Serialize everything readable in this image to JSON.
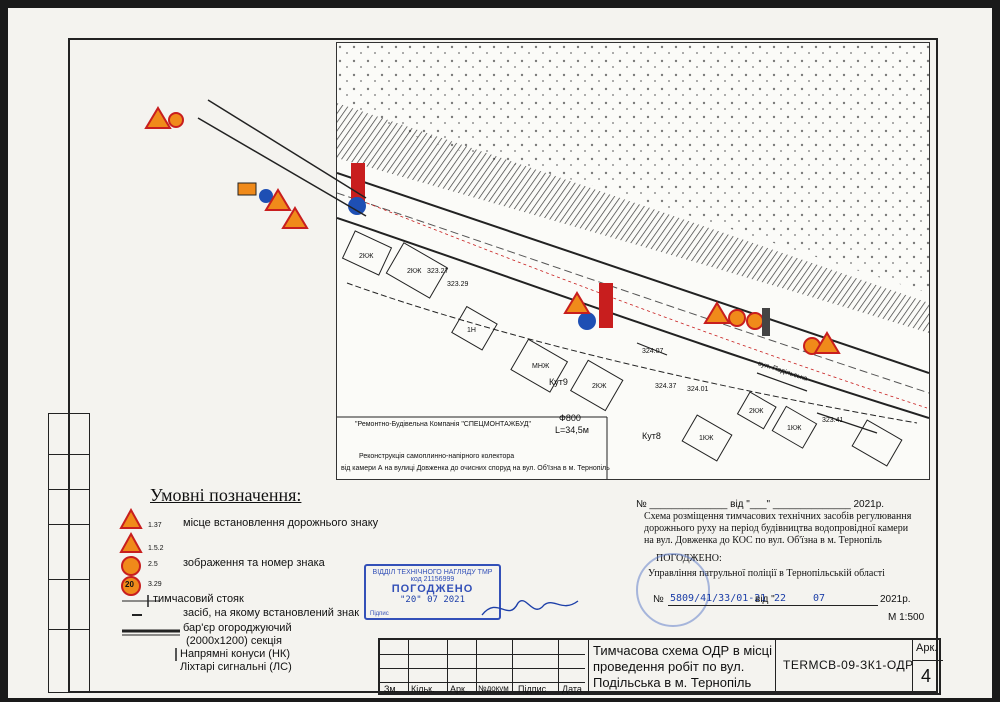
{
  "map": {
    "contractor_label": "\"Ремонтно-Будівельна Компанія \"СПЕЦМОНТАЖБУД\"",
    "project_line1": "Реконструкція самоплинно-напірного колектора",
    "project_line2": "від камери А на вулиці Довженка до очисних споруд на вул. Об'їзна в м. Тернопіль",
    "street_label": "вул. Подільська",
    "well_labels": [
      "Кут9",
      "Кут8"
    ],
    "pipe_label": "Ф800",
    "length_label": "L=34,5м",
    "elevations": [
      "324.07",
      "324.37",
      "324.01",
      "323.27",
      "323.41",
      "323.29"
    ],
    "building_labels": [
      "2КЖ",
      "2КЖ",
      "1Н",
      "МНЖ",
      "2КЖ",
      "1КЖ",
      "2КЖ",
      "1КЖ"
    ]
  },
  "legend": {
    "title": "Умовні позначення:",
    "items": [
      {
        "code": "1.37",
        "label": "місце встановлення дорожнього знаку"
      },
      {
        "code": "1.5.2",
        "label": ""
      },
      {
        "code": "2.5",
        "label": "зображення та номер знака"
      },
      {
        "code": "3.29",
        "label": ""
      },
      {
        "code": "",
        "label": "тимчасовий стояк"
      },
      {
        "code": "",
        "label": "засіб, на якому встановлений знак"
      },
      {
        "code": "",
        "label": "бар'єр огороджуючий"
      },
      {
        "code": "",
        "label": "(2000x1200) секція"
      },
      {
        "code": "",
        "label": "Напрямні конуси (НК)"
      },
      {
        "code": "",
        "label": "Ліхтарі сигнальні (ЛС)"
      }
    ],
    "sign_speed": "20"
  },
  "approval": {
    "number_line": "№ ______________ від \"___\" ______________ 2021р.",
    "description": "Схема розміщення тимчасових технічних засобів регулювання дорожнього руху на період будівництва водопровідної камери на вул. Довженка до КОС по вул. Об'їзна в м. Тернопіль",
    "agreed": "ПОГОДЖЕНО:",
    "authority": "Управління патрульної поліції в Тернопільській області",
    "reg_prefix": "№",
    "reg_number": "5809/41/33/01-21",
    "reg_from": "від \"",
    "reg_day": "22",
    "reg_month": "07",
    "reg_year": "2021р.",
    "scale": "М 1:500"
  },
  "stamp": {
    "line1": "ВІДДІЛ ТЕХНІЧНОГО НАГЛЯДУ ТМР",
    "line2": "код 21156999",
    "line3": "ПОГОДЖЕНО",
    "date_hand": "\"20\" 07 2021",
    "signature_label": "Підпис"
  },
  "title_block": {
    "headers": [
      "Зм.",
      "Кільк.",
      "Арк.",
      "№докум",
      "Підпис",
      "Дата"
    ],
    "title": "Тимчасова схема ОДР в місці проведення робіт по вул. Подільська в м. Тернопіль",
    "code": "TERMCB-09-ЗК1-ОДР",
    "sheet_label": "Арк.",
    "sheet_number": "4"
  },
  "colors": {
    "sign_orange": "#f08a1a",
    "sign_red": "#c81e1e",
    "sign_blue": "#1e4fb4",
    "stamp_blue": "#3350b8",
    "hatch": "#222222"
  }
}
